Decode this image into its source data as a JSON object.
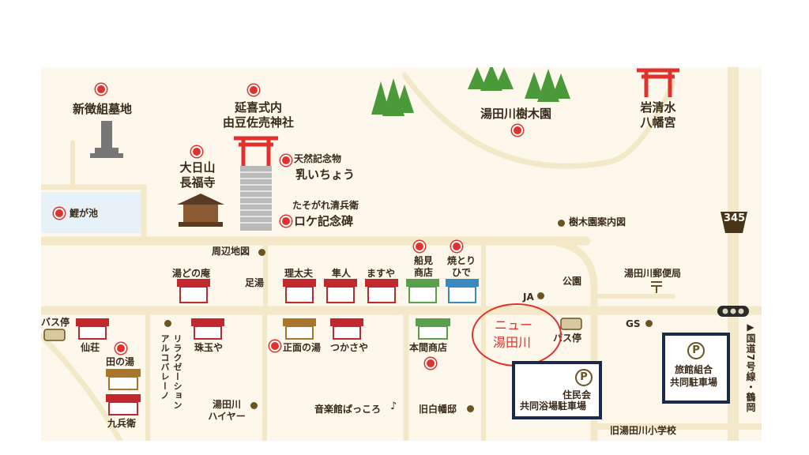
{
  "colors": {
    "road": "#f3e9c8",
    "ground": "#fdf7ec",
    "water": "#e6f1f8",
    "accent_red": "#e0322c",
    "park_border": "#1c2a4a",
    "text": "#3a2a1a",
    "tree": "#4a9a3a"
  },
  "landmarks": {
    "shinchogumi": "新徴組墓地",
    "engishiki_1": "延喜式内",
    "engishiki_2": "由豆佐売神社",
    "tennen_1": "天然記念物",
    "tennen_2": "乳いちょう",
    "dainichi_1": "大日山",
    "dainichi_2": "長福寺",
    "tasogare_1": "たそがれ清兵衛",
    "tasogare_2": "ロケ記念碑",
    "koigaike": "鯉が池",
    "jumokuen": "湯田川樹木園",
    "iwashimizu_1": "岩清水",
    "iwashimizu_2": "八幡宮",
    "jumokuen_map": "樹木園案内図",
    "road_number": "345"
  },
  "shops": {
    "shuhen": "周辺地図",
    "yudonoan": "湯どの庵",
    "ashiyu": "足湯",
    "ritadayu": "理太夫",
    "hayato": "隼人",
    "masuya": "ますや",
    "funami_1": "船見",
    "funami_2": "商店",
    "yakitori_1": "焼とり",
    "yakitori_2": "ひで",
    "koen": "公園",
    "yubin": "湯田川郵便局",
    "ja": "JA",
    "basutei_left": "バス停",
    "senso": "仙荘",
    "tanoyu": "田の湯",
    "kyubee": "九兵衛",
    "relax": "リラクゼーション",
    "arco": "アルコバレーノ",
    "shugyokuya": "珠玉や",
    "shomen": "正面の湯",
    "tsukasaya": "つかさや",
    "honma": "本間商店",
    "hire_1": "湯田川",
    "hire_2": "ハイヤー",
    "ongakukan": "音楽館ぱっころ",
    "music_note": "♪",
    "kyushira": "旧白幡邸",
    "basutei_right": "バス停",
    "gs": "GS",
    "kyuyudagawa": "旧湯田川小学校",
    "kokudo": "▶国道7号線・鶴岡"
  },
  "annotations": {
    "new_1": "ニュー",
    "new_2": "湯田川",
    "parking_symbol": "P",
    "parking1_1": "住民会",
    "parking1_2": "共同浴場駐車場",
    "parking2_1": "旅館組合",
    "parking2_2": "共同駐車場"
  }
}
